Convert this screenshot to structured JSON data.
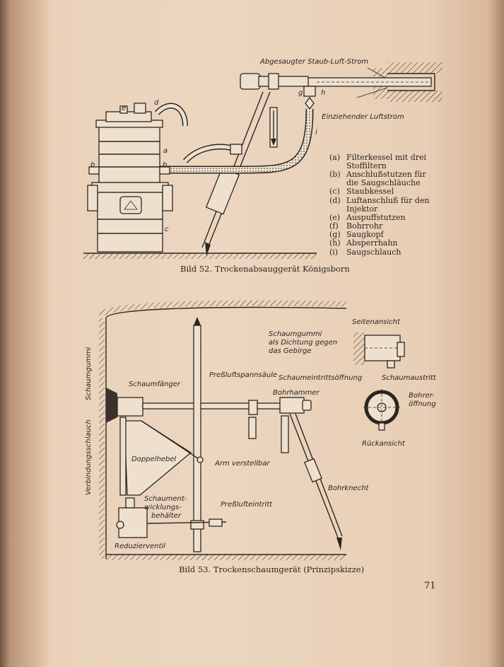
{
  "fig52": {
    "caption": "Bild 52. Trockenabsauggerät Königsborn",
    "label_staub_luft": "Abgesaugter Staub-Luft-Strom",
    "label_luftstrom": "Einziehender Luftstrom",
    "letters": {
      "a": "a",
      "b1": "b",
      "b2": "b",
      "c": "c",
      "d": "d",
      "e": "e",
      "g": "g",
      "h": "h",
      "i": "i"
    },
    "legend": [
      {
        "key": "(a)",
        "text": "Filterkessel mit drei"
      },
      {
        "key": "",
        "text": "Stoffiltern"
      },
      {
        "key": "(b)",
        "text": "Anschlußstutzen für"
      },
      {
        "key": "",
        "text": "die Saugschläuche"
      },
      {
        "key": "(c)",
        "text": "Staubkessel"
      },
      {
        "key": "(d)",
        "text": "Luftanschluß für den"
      },
      {
        "key": "",
        "text": "Injektor"
      },
      {
        "key": "(e)",
        "text": "Auspuffstutzen"
      },
      {
        "key": "(f)",
        "text": "Bohrrohr"
      },
      {
        "key": "(g)",
        "text": "Saugkopf"
      },
      {
        "key": "(h)",
        "text": "Absperrhahn"
      },
      {
        "key": "(i)",
        "text": "Saugschlauch"
      }
    ]
  },
  "fig53": {
    "caption": "Bild 53. Trockenschaumgerät (Prinzipskizze)",
    "labels": {
      "schaumgummi_v": "Schaumgummi",
      "verbindung_v": "Verbindungsschlauch",
      "schaumfaenger": "Schaumfänger",
      "pressluftsaeule": "Preßluftspannsäule",
      "doppelhebel": "Doppelhebel",
      "arm": "Arm verstellbar",
      "bohrhammer": "Bohrhammer",
      "bohrknecht": "Bohrknecht",
      "schaumentwicklung_1": "Schaument-",
      "schaumentwicklung_2": "wicklungs-",
      "schaumentwicklung_3": "behälter",
      "presslufteintritt": "Preßlufteintritt",
      "reduzierventil": "Reduzierventil",
      "seitenansicht": "Seitenansicht",
      "schaumgummi_1": "Schaumgummi",
      "schaumgummi_2": "als Dichtung gegen",
      "schaumgummi_3": "das Gebirge",
      "schaumeintritt": "Schaumeintrittsöffnung",
      "schaumaustritt": "Schaumaustritt",
      "bohrer_1": "Bohrer-",
      "bohrer_2": "öffnung",
      "rueckansicht": "Rückansicht"
    }
  },
  "page_number": "71"
}
